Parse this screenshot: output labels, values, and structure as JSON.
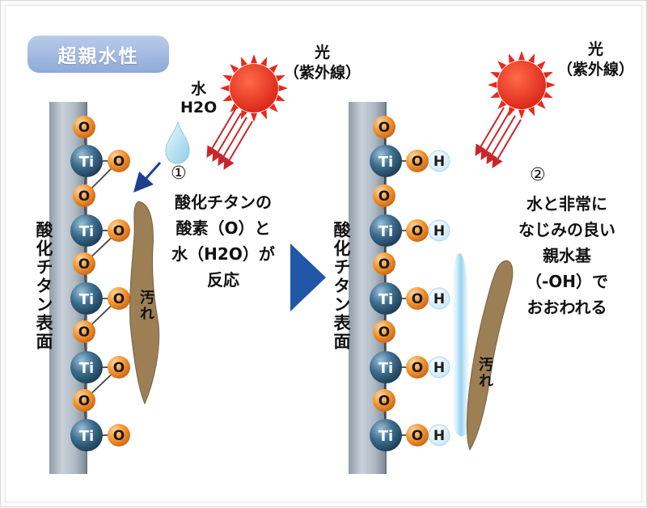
{
  "title": "超親水性",
  "colors": {
    "title_bg": "#9fb6df",
    "sun": "#e8291b",
    "ray_arrow": "#c9262c",
    "water": "#bfe3f2",
    "arrow_blue": "#1c3f8f",
    "oxygen": "#f08a2a",
    "titanium": "#2f5d7b",
    "hydrogen": "#cfe9f6",
    "dirt": "#9c7f55",
    "surface": "#aab6c2",
    "triangle": "#2256a6"
  },
  "left": {
    "light": "光\n（紫外線）",
    "water": "水\nH2O",
    "step": "①",
    "step_text": "酸化チタンの\n酸素（O）と\n水（H2O）が\n反応",
    "surface_label": "酸化チタン表面",
    "dirt_label": "汚れ",
    "atoms": {
      "ti": "Ti",
      "o": "O"
    }
  },
  "right": {
    "light": "光\n（紫外線）",
    "step": "②",
    "step_text": "水と非常に\nなじみの良い\n親水基\n（-OH）で\nおおわれる",
    "surface_label": "酸化チタン表面",
    "dirt_label": "汚れ",
    "atoms": {
      "ti": "Ti",
      "o": "O",
      "h": "H"
    }
  },
  "icons": [
    "sun-icon",
    "water-droplet-icon",
    "uv-ray-arrow-icon",
    "reaction-arrow-icon",
    "next-step-triangle-icon"
  ]
}
